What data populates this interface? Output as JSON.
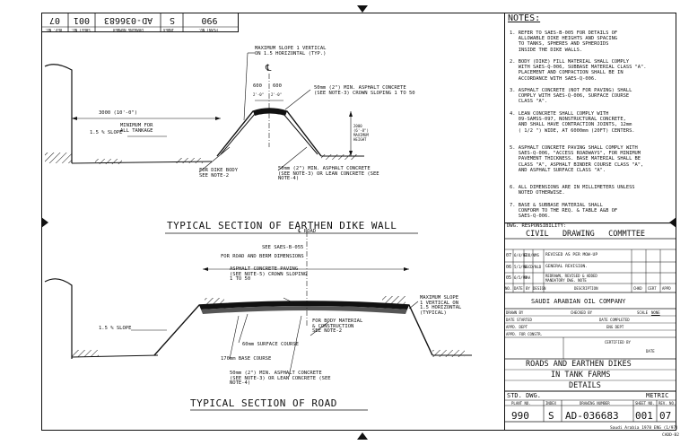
{
  "sheet_header": {
    "fields": [
      {
        "label": "PLANT NO.",
        "value": "990"
      },
      {
        "label": "INDEX",
        "value": "S"
      },
      {
        "label": "DRAWING NUMBER",
        "value": "AD-036683"
      },
      {
        "label": "SHEET NO.",
        "value": "001"
      },
      {
        "label": "REV. NO.",
        "value": "07"
      }
    ]
  },
  "notes": {
    "title": "NOTES:",
    "items": [
      "1. REFER TO SAES-B-005 FOR DETAILS OF\n   ALLOWABLE DIKE HEIGHTS AND SPACING\n   TO TANKS, SPHERES AND SPHEROIDS\n   INSIDE THE DIKE WALLS.",
      "2. BODY (DIKE) FILL MATERIAL SHALL COMPLY\n   WITH SAES-Q-006, SUBBASE MATERIAL CLASS \"A\".\n   PLACEMENT AND COMPACTION SHALL BE IN\n   ACCORDANCE WITH SAES-Q-006.",
      "3. ASPHALT CONCRETE (NOT FOR PAVING) SHALL\n   COMPLY WITH SAES-Q-006, SURFACE COURSE\n   CLASS \"A\".",
      "4. LEAN CONCRETE SHALL COMPLY WITH\n   09-SAMSS-097, NONSTRUCTURAL CONCRETE,\n   AND SHALL HAVE CONTRACTION JOINTS, 12mm\n   ( 1/2 \") WIDE, AT 6000mm (20FT) CENTERS.",
      "5. ASPHALT CONCRETE PAVING SHALL COMPLY WITH\n   SAES-Q-006, \"ACCESS ROADWAYS\", FOR MINIMUM\n   PAVEMENT THICKNESS. BASE MATERIAL SHALL BE\n   CLASS \"A\", ASPHALT BINDER COURSE CLASS \"A\",\n   AND ASPHALT SURFACE CLASS \"A\".",
      "6. ALL DIMENSIONS ARE IN MILLIMETERS UNLESS\n   NOTED OTHERWISE.",
      "7. BASE & SUBBASE MATERIAL SHALL\n   CONFORM TO THE REQ. & TABLE A&B OF\n   SAES-Q-006."
    ]
  },
  "dike_section": {
    "title": "TYPICAL SECTION OF EARTHEN DIKE WALL",
    "labels": {
      "max_slope": "MAXIMUM SLOPE 1 VERTICAL\nON 1.5 HORIZONTAL (TYP.)",
      "centerline": "℄",
      "dim_600_left": "600",
      "dim_600_right": "600",
      "dim_ft_left": "2'-0\"",
      "dim_ft_right": "2'-0\"",
      "asphalt_top": "50mm (2\") MIN. ASPHALT CONCRETE\n(SEE NOTE-3) CROWN SLOPING 1 TO 50",
      "dim_3000": "3000 (10'-0\")",
      "min_tankage": "MINIMUM FOR\nALL TANKAGE",
      "slope_15": "1.5 % SLOPE",
      "height_2000": "2000\n(6'-8\")\nMAXIMUM\nHEIGHT",
      "dike_body": "FOR DIKE BODY\nSEE NOTE-2",
      "asphalt_bottom": "50mm (2\") MIN. ASPHALT CONCRETE\n(SEE NOTE-3) OR LEAN CONCRETE (SEE\nNOTE-4)"
    }
  },
  "road_section": {
    "title": "TYPICAL SECTION OF ROAD",
    "labels": {
      "cl_road": "℄ ROAD",
      "see_saes": "SEE SAES-B-055",
      "road_berm": "FOR ROAD AND BERM DIMENSIONS",
      "paving": "ASPHALT CONCRETE PAVING\n(SEE NOTE-5) CROWN SLOPING\n1 TO 50",
      "max_slope": "MAXIMUM SLOPE\n1 VERTICAL ON\n1.5 HORIZONTAL\n(TYPICAL)",
      "slope_15": "1.5 % SLOPE",
      "body_material": "FOR BODY MATERIAL\n& CONSTRUCTION\nSEE NOTE-2",
      "surface_course": "60mm SURFACE COURSE",
      "base_course": "170mm BASE COURSE",
      "asphalt_lean": "50mm (2\") MIN. ASPHALT CONCRETE\n(SEE NOTE-3) OR LEAN CONCRETE (SEE\nNOTE-4)"
    }
  },
  "title_block": {
    "dwg_responsibility_label": "DWG. RESPONSIBILITY:",
    "committee": "CIVIL   DRAWING   COMMTTEE",
    "revisions": [
      {
        "no": "07",
        "date": "6/4/97",
        "by": "EDD/NMS",
        "desc": "REVISED AS PER MOW-UP"
      },
      {
        "no": "06",
        "date": "5/1/98",
        "by": "SSCD/NLD",
        "desc": "GENERAL REVISION."
      },
      {
        "no": "05",
        "date": "6/5/93",
        "by": "MAA",
        "desc": "REDRAWN, REVISED & ADDED\nMANDATORY DWG. NOTE"
      }
    ],
    "rev_headers": [
      "NO.",
      "DATE",
      "BY",
      "DESIGN",
      "DESCRIPTION",
      "CHKD",
      "CERT",
      "APPD"
    ],
    "company": "SAUDI ARABIAN OIL COMPANY",
    "drawn_by": "DRAWN BY",
    "checked_by": "CHECKED BY",
    "scale_label": "SCALE",
    "scale_value": "NONE",
    "date_started": "DATE STARTED",
    "date_completed": "DATE COMPLETED",
    "eng_dept": "ENG DEPT",
    "appd_dept": "APPD. DEPT",
    "appd_for_constr": "APPD. FOR CONSTR.",
    "certified_by": "CERTIFIED BY",
    "date_label": "DATE",
    "dwg_title_1": "ROADS AND EARTHEN DIKES",
    "dwg_title_2": "IN TANK FARMS",
    "dwg_title_3": "DETAILS",
    "std_dwg": "STD. DWG.",
    "metric": "METRIC",
    "plant_no": "990",
    "index": "S",
    "drawing_number": "AD-036683",
    "sheet_no": "001",
    "rev_no": "07",
    "footer_1": "Saudi Arabia 1978 ENG (1/97)",
    "footer_2": "CADD-B2"
  }
}
